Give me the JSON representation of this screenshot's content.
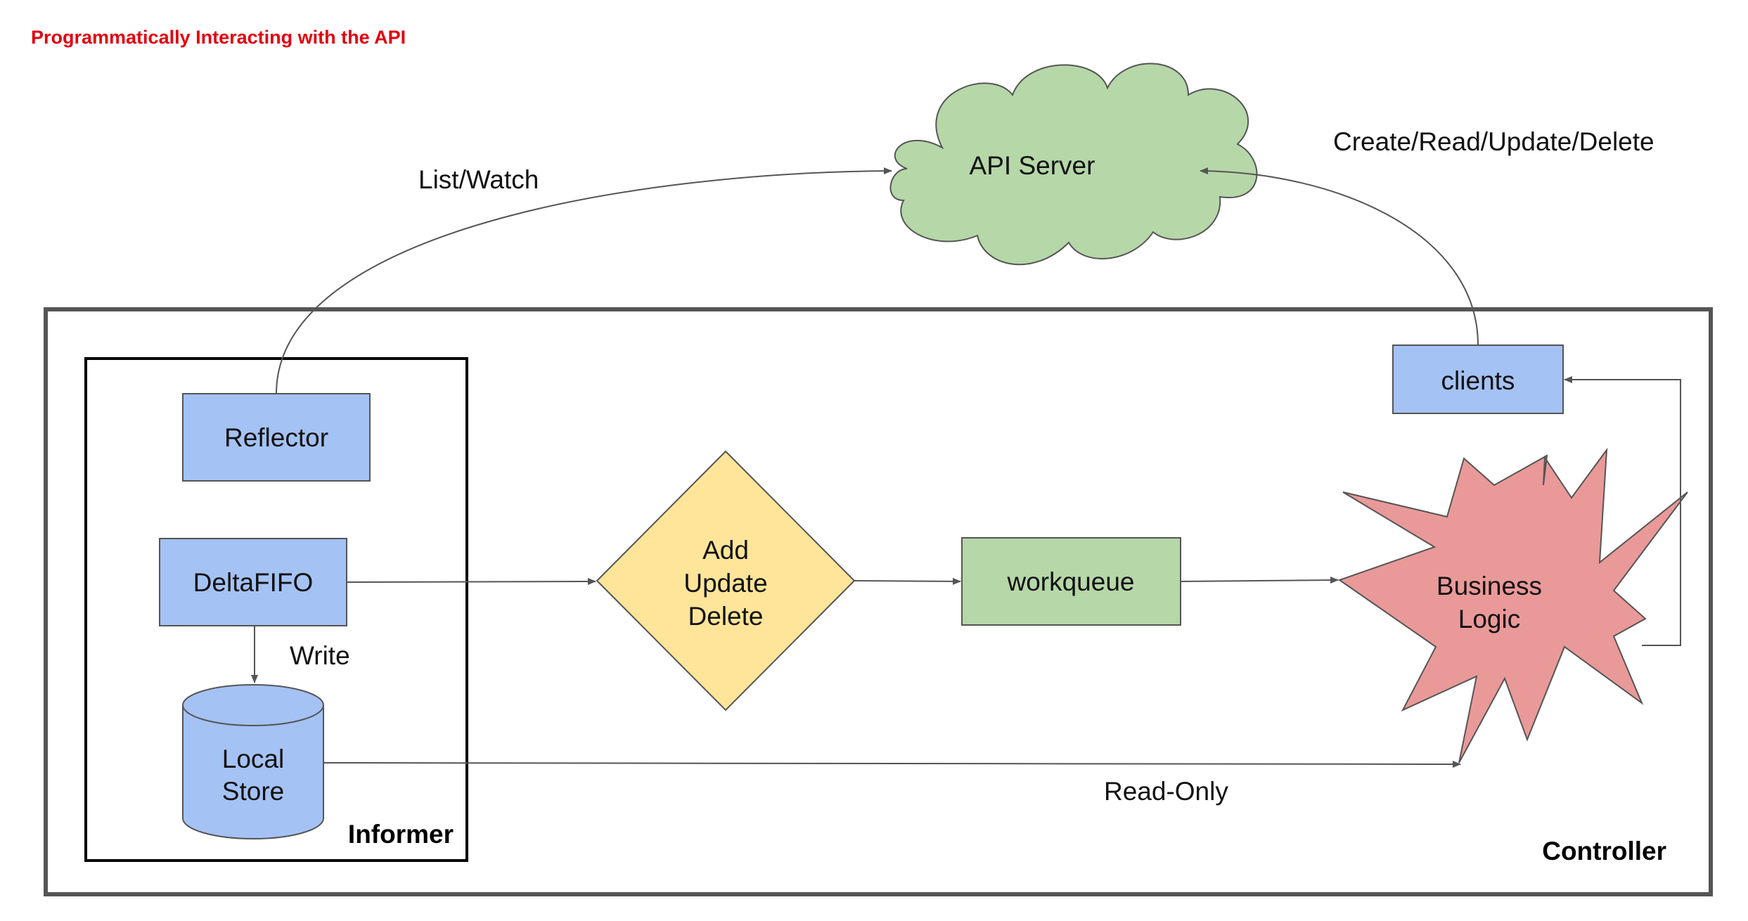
{
  "title": "Programmatically Interacting with the API",
  "colors": {
    "title": "#e3000f",
    "blue_box": "#a4c2f4",
    "green": "#b6d7a8",
    "yellow": "#ffe599",
    "red": "#ea9999",
    "border": "#555555"
  },
  "nodes": {
    "api_server": "API Server",
    "reflector": "Reflector",
    "deltafifo": "DeltaFIFO",
    "local_store_line1": "Local",
    "local_store_line2": "Store",
    "decision_line1": "Add",
    "decision_line2": "Update",
    "decision_line3": "Delete",
    "workqueue": "workqueue",
    "business_line1": "Business",
    "business_line2": "Logic",
    "clients": "clients"
  },
  "containers": {
    "informer": "Informer",
    "controller": "Controller"
  },
  "edges": {
    "list_watch": "List/Watch",
    "crud": "Create/Read/Update/Delete",
    "write": "Write",
    "read_only": "Read-Only"
  }
}
